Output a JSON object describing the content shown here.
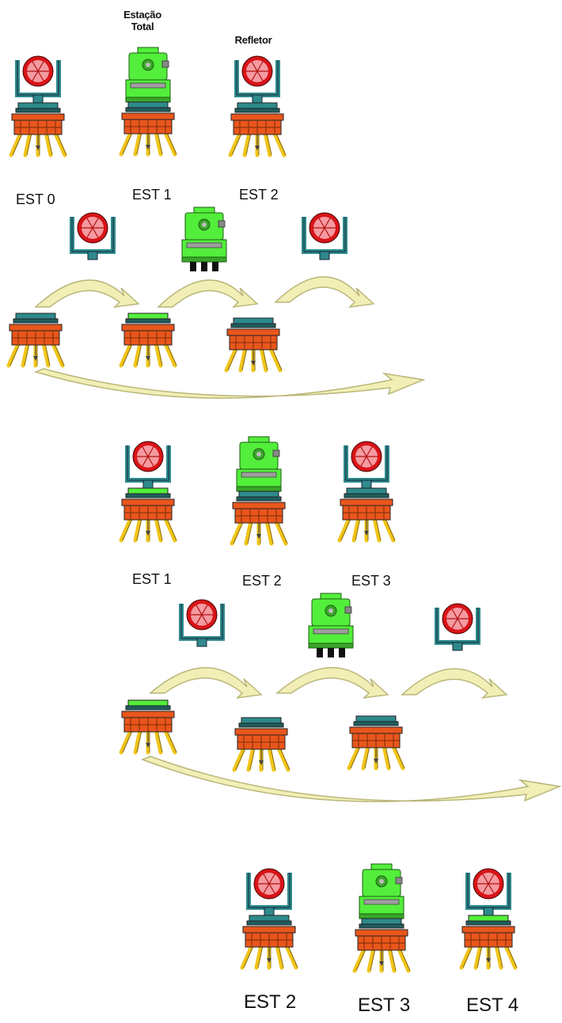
{
  "header": {
    "total_station_label_1": "Estação",
    "total_station_label_2": "Total",
    "reflector_label": "Refletor"
  },
  "stage1": {
    "labels": [
      "EST 0",
      "EST 1",
      "EST 2"
    ]
  },
  "stage2": {
    "labels": [
      "EST 1",
      "EST 2",
      "EST 3"
    ]
  },
  "stage3": {
    "labels": [
      "EST 2",
      "EST 3",
      "EST 4"
    ]
  },
  "colors": {
    "reflector_ring": "#d81418",
    "reflector_face": "#f49aa0",
    "holder": "#2e8a8c",
    "station_body": "#53ee3b",
    "tripod_head": "#e9561c",
    "tripod_leg": "#f0c419",
    "arrow_fill": "#f2efb6",
    "arrow_stroke": "#b9b67a"
  }
}
